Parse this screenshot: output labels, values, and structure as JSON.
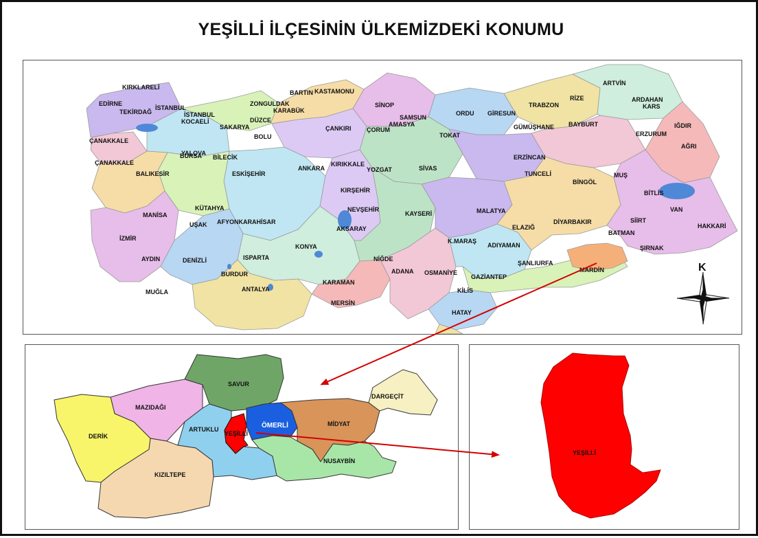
{
  "title": "YEŞİLLİ İLÇESİNİN ÜLKEMİZDEKİ KONUMU",
  "colors": {
    "highlight": "#ff0000",
    "arrow": "#d40000",
    "omerli": "#1a5fe0",
    "midyat": "#d9945a",
    "savur": "#6fa667",
    "derik": "#f8f56a",
    "mazidagi": "#f0b4e6",
    "artuklu": "#8fd0ee",
    "kiziltepe": "#f5d8b0",
    "nusaybin": "#a8e6a8",
    "dargecit": "#f6f0c2"
  },
  "north_arrow": {
    "label": "K",
    "icon": "compass-rose-icon"
  },
  "turkey_map": {
    "province_labels": [
      "KIRKLARELİ",
      "EDİRNE",
      "TEKİRDAĞ",
      "İSTANBUL",
      "İSTANBUL",
      "KOCAELİ",
      "SAKARYA",
      "YALOVA",
      "ÇANAKKALE",
      "ÇANAKKALE",
      "BALIKESİR",
      "BURSA",
      "BİLECİK",
      "ZONGULDAK",
      "KARABÜK",
      "BARTIN",
      "KASTAMONU",
      "SİNOP",
      "SAMSUN",
      "DÜZCE",
      "BOLU",
      "ÇANKIRI",
      "ÇORUM",
      "AMASYA",
      "TOKAT",
      "ORDU",
      "GİRESUN",
      "TRABZON",
      "RİZE",
      "ARTVİN",
      "ARDAHAN",
      "KARS",
      "IĞDIR",
      "AĞRI",
      "ERZURUM",
      "BAYBURT",
      "GÜMÜŞHANE",
      "ERZİNCAN",
      "SİVAS",
      "YOZGAT",
      "KIRIKKALE",
      "ANKARA",
      "ESKİŞEHİR",
      "KÜTAHYA",
      "MANİSA",
      "İZMİR",
      "AYDIN",
      "MUĞLA",
      "DENİZLİ",
      "UŞAK",
      "AFYONKARAHİSAR",
      "ISPARTA",
      "BURDUR",
      "ANTALYA",
      "KONYA",
      "KARAMAN",
      "AKSARAY",
      "NEVŞEHİR",
      "KIRŞEHİR",
      "NİĞDE",
      "KAYSERİ",
      "MERSİN",
      "ADANA",
      "OSMANİYE",
      "HATAY",
      "KİLİS",
      "GAZİANTEP",
      "K.MARAŞ",
      "ADIYAMAN",
      "MALATYA",
      "ELAZIĞ",
      "TUNCELİ",
      "BİNGÖL",
      "MUŞ",
      "BİTLİS",
      "VAN",
      "HAKKARİ",
      "ŞIRNAK",
      "SİİRT",
      "BATMAN",
      "DİYARBAKIR",
      "ŞANLIURFA",
      "MARDİN"
    ]
  },
  "mardin_map": {
    "district_labels": {
      "savur": "SAVUR",
      "mazidagi": "MAZIDAĞI",
      "derik": "DERİK",
      "artuklu": "ARTUKLU",
      "yesilli": "YEŞİLLİ",
      "omerli": "ÖMERLİ",
      "midyat": "MİDYAT",
      "dargecit": "DARGEÇİT",
      "kiziltepe": "KIZILTEPE",
      "nusaybin": "NUSAYBİN"
    }
  },
  "detail_map": {
    "label": "YEŞİLLİ"
  }
}
